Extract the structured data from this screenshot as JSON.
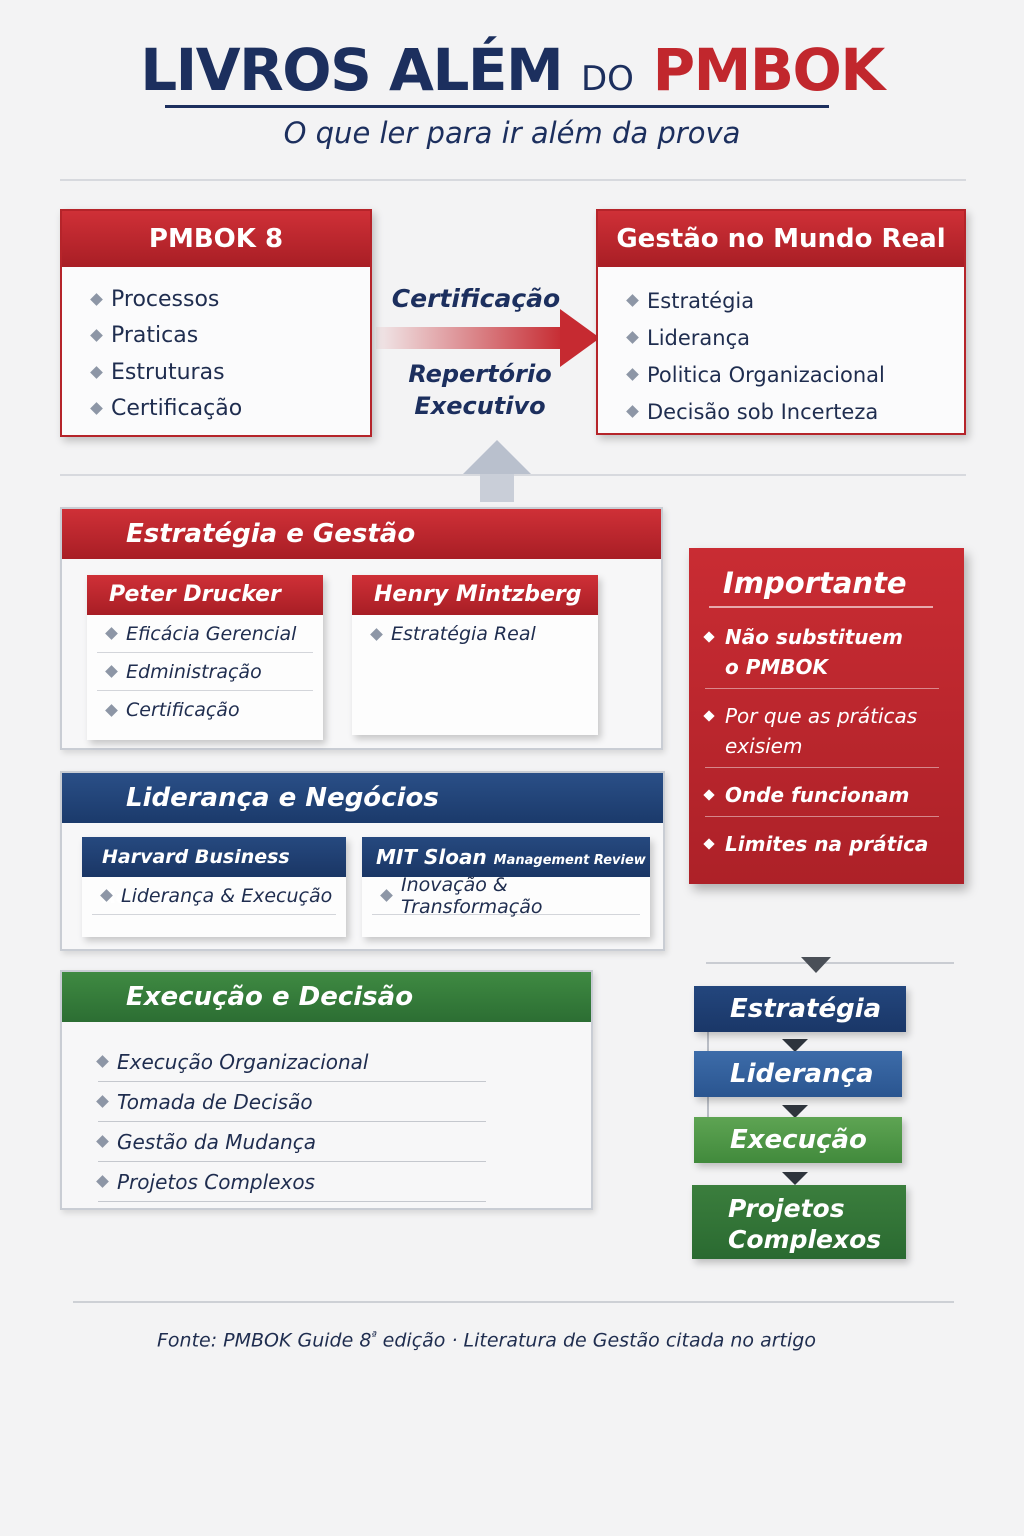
{
  "header": {
    "title_part1": "LIVROS ALÉM",
    "title_part2": "DO",
    "title_part3": "PMBOK",
    "subtitle": "O que ler para ir além da prova"
  },
  "top_left": {
    "title": "PMBOK 8",
    "items": [
      "Processos",
      "Praticas",
      "Estruturas",
      "Certificação"
    ]
  },
  "top_right": {
    "title": "Gestão no Mundo Real",
    "items": [
      "Estratégia",
      "Liderança",
      "Politica Organizacional",
      "Decisão sob Incerteza"
    ]
  },
  "arrow_labels": {
    "top": "Certificação",
    "bottom_line1": "Repertório",
    "bottom_line2": "Executivo"
  },
  "strategy": {
    "title": "Estratégia e Gestão",
    "cards": [
      {
        "title": "Peter Drucker",
        "items": [
          "Eficácia Gerencial",
          "Edministração",
          "Certificação"
        ]
      },
      {
        "title": "Henry Mintzberg",
        "items": [
          "Estratégia Real"
        ]
      }
    ]
  },
  "leadership": {
    "title": "Liderança e Negócios",
    "cards": [
      {
        "title": "Harvard Business Review",
        "items": [
          "Liderança & Execução"
        ]
      },
      {
        "title": "MIT Sloan",
        "title_small": "Management Review",
        "items": [
          "Inovação & Transformação"
        ]
      }
    ]
  },
  "execution": {
    "title": "Execução e Decisão",
    "items": [
      "Execução Organizacional",
      "Tomada de Decisão",
      "Gestão da Mudança",
      "Projetos Complexos"
    ]
  },
  "important": {
    "title": "Importante",
    "items": [
      {
        "line1": "Não substituem",
        "line2": "o PMBOK"
      },
      {
        "line1": "Por que as práticas",
        "line2": "exisiem"
      },
      {
        "line1": "Onde funcionam",
        "line2": ""
      },
      {
        "line1": "Limites na prática",
        "line2": ""
      }
    ]
  },
  "flow": {
    "steps": [
      "Estratégia",
      "Liderança",
      "Execução"
    ],
    "last_line1": "Projetos",
    "last_line2": "Complexos"
  },
  "footer": {
    "text1": "Fonte: PMBOK Guide 8",
    "sup": "ª",
    "text2": " edição · Literatura de Gestão citada no artigo"
  },
  "colors": {
    "navy": "#1c2f5e",
    "red": "#c1272d",
    "blue": "#1b3a6b",
    "green": "#2c6e33"
  }
}
